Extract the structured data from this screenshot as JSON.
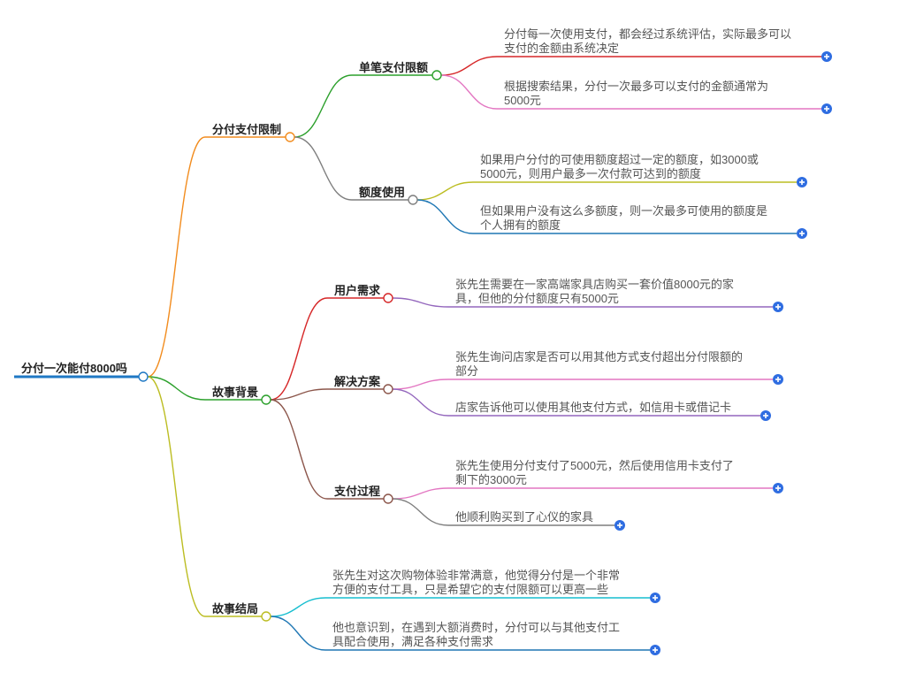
{
  "root": {
    "label": "分付一次能付8000吗",
    "color": "#1f78c4"
  },
  "branches": [
    {
      "label": "分付支付限制",
      "color": "#f28c1e",
      "children": [
        {
          "label": "单笔支付限额",
          "color": "#2ca02c",
          "leaves": [
            {
              "lines": [
                "分付每一次使用支付，都会经过系统评估，实际最多可以",
                "支付的金额由系统决定"
              ],
              "color": "#d62728"
            },
            {
              "lines": [
                "根据搜索结果，分付一次最多可以支付的金额通常为",
                "5000元"
              ],
              "color": "#e377c2"
            }
          ]
        },
        {
          "label": "额度使用",
          "color": "#7f7f7f",
          "leaves": [
            {
              "lines": [
                "如果用户分付的可使用额度超过一定的额度，如3000或",
                "5000元，则用户最多一次付款可达到的额度"
              ],
              "color": "#bcbd22"
            },
            {
              "lines": [
                "但如果用户没有这么多额度，则一次最多可使用的额度是",
                "个人拥有的额度"
              ],
              "color": "#1f77b4"
            }
          ]
        }
      ]
    },
    {
      "label": "故事背景",
      "color": "#2ca02c",
      "children": [
        {
          "label": "用户需求",
          "color": "#d62728",
          "leaves": [
            {
              "lines": [
                "张先生需要在一家高端家具店购买一套价值8000元的家",
                "具，但他的分付额度只有5000元"
              ],
              "color": "#9467bd"
            }
          ]
        },
        {
          "label": "解决方案",
          "color": "#8c564b",
          "leaves": [
            {
              "lines": [
                "张先生询问店家是否可以用其他方式支付超出分付限额的",
                "部分"
              ],
              "color": "#e377c2"
            },
            {
              "lines": [
                "店家告诉他可以使用其他支付方式，如信用卡或借记卡"
              ],
              "color": "#9467bd"
            }
          ]
        },
        {
          "label": "支付过程",
          "color": "#8c564b",
          "leaves": [
            {
              "lines": [
                "张先生使用分付支付了5000元，然后使用信用卡支付了",
                "剩下的3000元"
              ],
              "color": "#e377c2"
            },
            {
              "lines": [
                "他顺利购买到了心仪的家具"
              ],
              "color": "#7f7f7f"
            }
          ]
        }
      ]
    },
    {
      "label": "故事结局",
      "color": "#bcbd22",
      "leaves": [
        {
          "lines": [
            "张先生对这次购物体验非常满意，他觉得分付是一个非常",
            "方便的支付工具，只是希望它的支付限额可以更高一些"
          ],
          "color": "#17becf"
        },
        {
          "lines": [
            "他也意识到，在遇到大额消费时，分付可以与其他支付工",
            "具配合使用，满足各种支付需求"
          ],
          "color": "#1f77b4"
        }
      ]
    }
  ]
}
